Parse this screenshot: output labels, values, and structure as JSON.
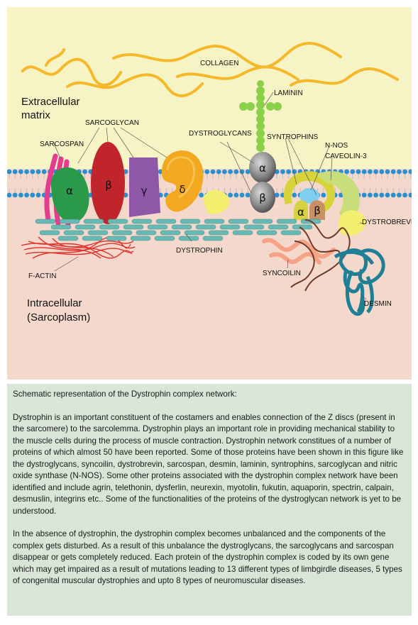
{
  "figure": {
    "labels": {
      "collagen": "COLLAGEN",
      "laminin": "LAMININ",
      "extracellular_line1": "Extracellular",
      "extracellular_line2": "matrix",
      "sarcoglycan": "SARCOGLYCAN",
      "sarcospan": "SARCOSPAN",
      "dystroglycans": "DYSTROGLYCANS",
      "syntrophins": "SYNTROPHINS",
      "nnos": "N-NOS",
      "caveolin": "CAVEOLIN-3",
      "dystrobrevin": "DYSTROBREVIN",
      "dystrophin": "DYSTROPHIN",
      "syncoilin": "SYNCOILIN",
      "factin": "F-ACTIN",
      "desmin": "DESMIN",
      "intracellular_line1": "Intracellular",
      "intracellular_line2": "(Sarcoplasm)"
    },
    "greek": {
      "sg_alpha": "α",
      "sg_beta": "β",
      "sg_gamma": "γ",
      "sg_delta": "δ",
      "dg_alpha": "α",
      "dg_beta": "β",
      "syn_alpha": "α",
      "syn_beta": "β"
    },
    "colors": {
      "extracellular": "#f6f4c4",
      "intracellular": "#f4d8cc",
      "membrane_blue": "#2a8fd0",
      "collagen": "#f5b82a",
      "laminin": "#8ccf4a",
      "sarcospan": "#e43c8f",
      "sg_alpha": "#2a9a4a",
      "sg_beta": "#c0252b",
      "sg_gamma": "#8e57a8",
      "sg_delta": "#f3a821",
      "dystroglycan": "#8c8c8c",
      "syntrophin": "#d8d33a",
      "nnos": "#7fcff0",
      "caveolin": "#9acb4a",
      "dystrophin": "#68b9b4",
      "factin": "#e2302c",
      "syncoilin": "#f5a287",
      "desmin": "#1f7f94"
    }
  },
  "caption": {
    "title": "Schematic representation of the Dystrophin complex network:",
    "paragraph1": "Dystrophin is an important constituent of the costamers and enables connection of the Z discs (present in the sarcomere) to the sarcolemma. Dystrophin plays an important role in providing mechanical stability to the muscle cells during the process of muscle contraction. Dystrophin network constitues of a number of proteins of which almost 50 have been reported. Some of those proteins have been shown in this figure like the dystroglycans, syncoilin, dystrobrevin, sarcospan, desmin, laminin, syntrophins, sarcoglycan and nitric oxide synthase (N-NOS). Some other proteins associated with the dystrophin complex network have been identified and include agrin, telethonin, dysferlin, neurexin, myotolin, fukutin, aquaporin, spectrin, calpain, desmuslin, integrins etc.. Some of the functionalities of the proteins of the dystroglycan network is yet to be understood.",
    "paragraph2": "In the absence of dystrophin, the dystrophin complex becomes unbalanced and the components of the complex gets disturbed. As a result of this unbalance the dystroglycans, the sarcoglycans and sarcospan disappear or gets completely reduced. Each protein of the dystrophin complex is coded by its own gene which may get impaired as a result of mutations leading to 13 different types of limbgirdle diseases, 5 types of congenital muscular dystrophies and upto 8 types of neuromuscular diseases."
  }
}
